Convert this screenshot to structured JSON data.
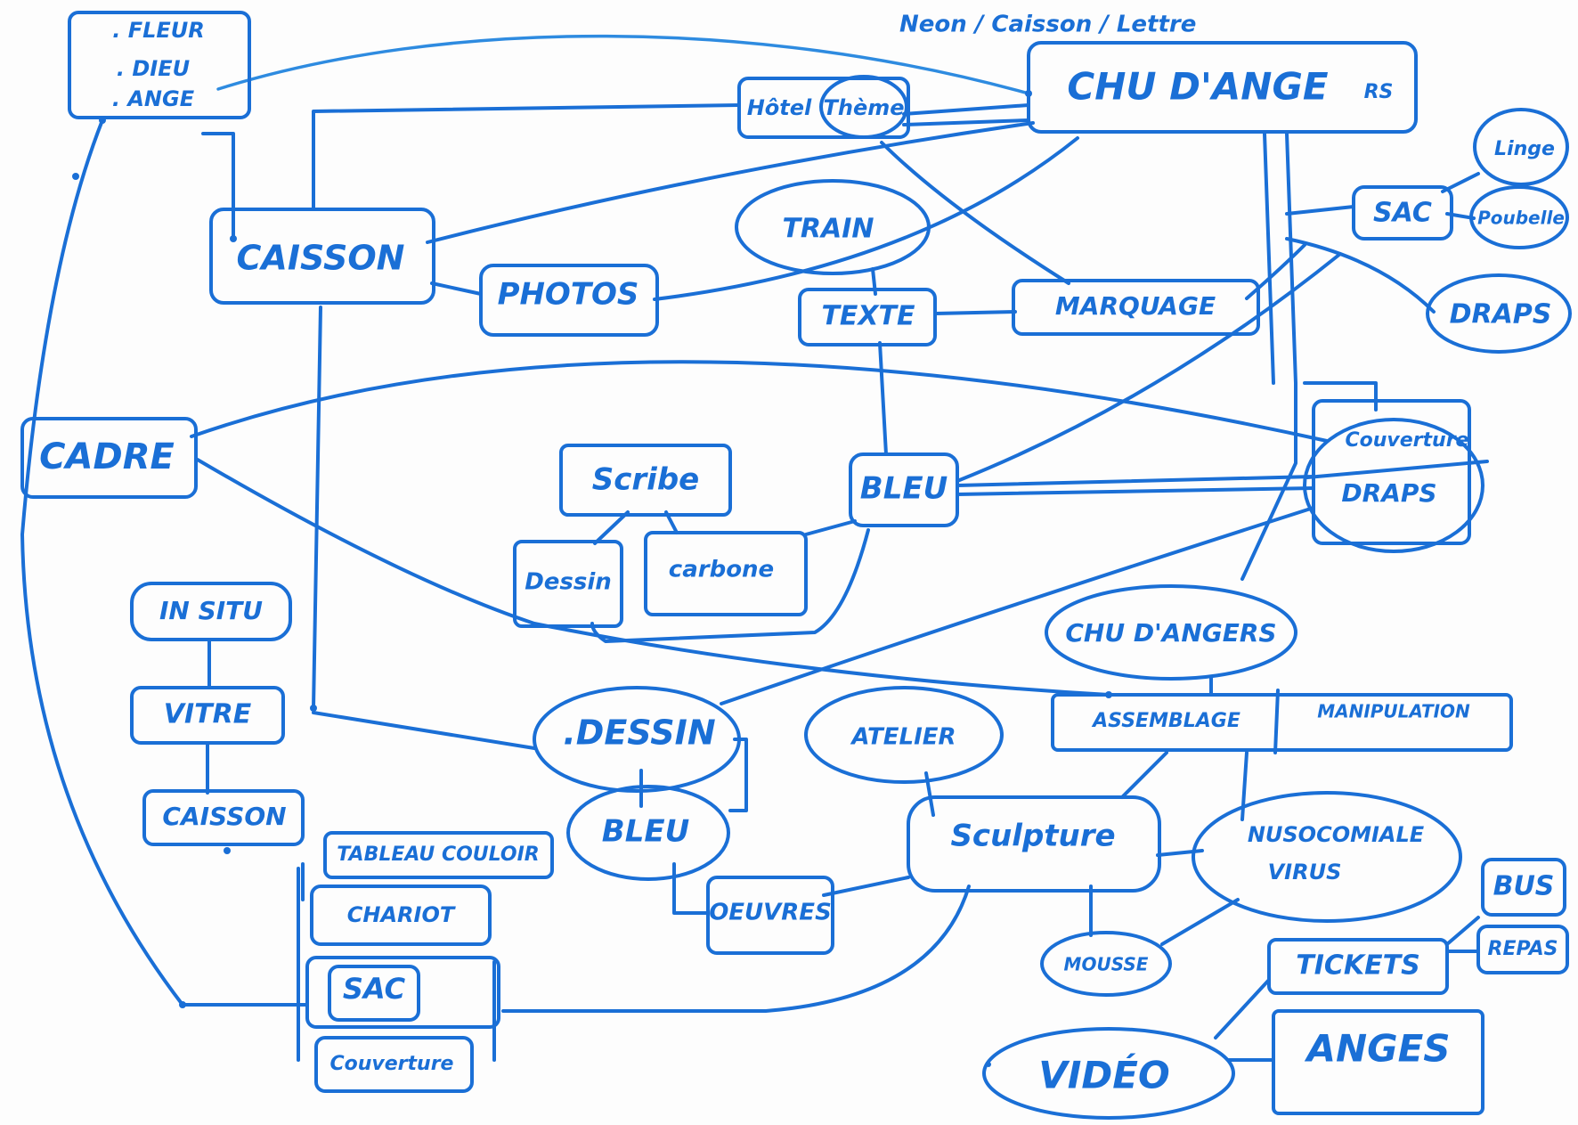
{
  "title": "Neon / Caisson / Lettre",
  "nodes": {
    "fleur_list": {
      "l1": ". FLEUR",
      "l2": ". DIEU",
      "l3": ". ANGE"
    },
    "chu_main": {
      "l1": "CHU  D'ANGE",
      "l2": "RS"
    },
    "hotel": "Hôtel",
    "theme": "Thème",
    "caisson_main": "CAISSON",
    "photos": "PHOTOS",
    "train": "TRAIN",
    "texte": "TEXTE",
    "marquage": "MARQUAGE",
    "sac_top": "SAC",
    "linge": "Linge",
    "poubelle": "Poubelle",
    "draps_top": "DRAPS",
    "cadre": "CADRE",
    "couverture": "Couverture",
    "draps_mid": "DRAPS",
    "scribe": "Scribe",
    "bleu_mid": "BLEU",
    "dessin_small": "Dessin",
    "carbone": "carbone",
    "in_situ": "IN SITU",
    "vitre": "VITRE",
    "caisson_small": "CAISSON",
    "chu_angers": "CHU D'ANGERS",
    "assemblage": "ASSEMBLAGE",
    "manipulation": "MANIPULATION",
    "dessin_oval": ".DESSIN",
    "atelier": "ATELIER",
    "bleu_low": "BLEU",
    "sculpture": "Sculpture",
    "nosocomiale": {
      "l1": "NUSOCOMIALE",
      "l2": "VIRUS"
    },
    "tableau": "TABLEAU COULOIR",
    "chariot": "CHARIOT",
    "sac_low": "SAC",
    "couverture_low": "Couverture",
    "oeuvres": "OEUVRES",
    "mousse": "MOUSSE",
    "tickets": "TICKETS",
    "bus": "BUS",
    "repas": "REPAS",
    "video": "VIDÉO",
    "anges": "ANGES"
  }
}
